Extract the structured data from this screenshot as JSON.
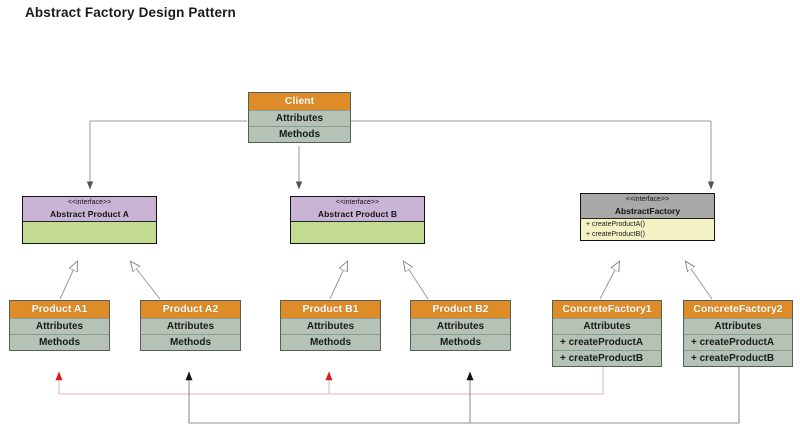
{
  "diagram": {
    "title": "Abstract Factory Design Pattern",
    "type": "uml-class-diagram",
    "colors": {
      "orange_header": "#dd8c27",
      "gray_body": "#b5c3b7",
      "purple_header": "#c9b4d6",
      "green_body": "#c3dc91",
      "steel_header": "#a9a9a9",
      "yellow_body": "#f2f2c4",
      "edge_gray": "#8a8a8a",
      "edge_red": "#e8b4b8",
      "arrow_red": "#d42020",
      "arrow_black": "#111111"
    },
    "nodes": {
      "client": {
        "name": "Client",
        "rows": [
          "Attributes",
          "Methods"
        ]
      },
      "abstract_product_a": {
        "stereotype": "<<interface>>",
        "name": "Abstract Product A",
        "rows": []
      },
      "abstract_product_b": {
        "stereotype": "<<interface>>",
        "name": "Abstract Product B",
        "rows": []
      },
      "abstract_factory": {
        "stereotype": "<<interface>>",
        "name": "AbstractFactory",
        "operations": [
          "+ createProductA()",
          "+ createProductB()"
        ]
      },
      "product_a1": {
        "name": "Product A1",
        "rows": [
          "Attributes",
          "Methods"
        ]
      },
      "product_a2": {
        "name": "Product A2",
        "rows": [
          "Attributes",
          "Methods"
        ]
      },
      "product_b1": {
        "name": "Product B1",
        "rows": [
          "Attributes",
          "Methods"
        ]
      },
      "product_b2": {
        "name": "Product B2",
        "rows": [
          "Attributes",
          "Methods"
        ]
      },
      "concrete_factory_1": {
        "name": "ConcreteFactory1",
        "rows": [
          "Attributes",
          "+ createProductA",
          "+ createProductB"
        ]
      },
      "concrete_factory_2": {
        "name": "ConcreteFactory2",
        "rows": [
          "Attributes",
          "+ createProductA",
          "+ createProductB"
        ]
      }
    },
    "edges": [
      {
        "from": "client",
        "to": "abstract_product_a",
        "kind": "dependency-arrow"
      },
      {
        "from": "client",
        "to": "abstract_product_b",
        "kind": "dependency-arrow"
      },
      {
        "from": "client",
        "to": "abstract_factory",
        "kind": "dependency-arrow"
      },
      {
        "from": "product_a1",
        "to": "abstract_product_a",
        "kind": "generalization"
      },
      {
        "from": "product_a2",
        "to": "abstract_product_a",
        "kind": "generalization"
      },
      {
        "from": "product_b1",
        "to": "abstract_product_b",
        "kind": "generalization"
      },
      {
        "from": "product_b2",
        "to": "abstract_product_b",
        "kind": "generalization"
      },
      {
        "from": "concrete_factory_1",
        "to": "abstract_factory",
        "kind": "generalization"
      },
      {
        "from": "concrete_factory_2",
        "to": "abstract_factory",
        "kind": "generalization"
      },
      {
        "from": "concrete_factory_1",
        "to": "product_a1",
        "kind": "creates-red"
      },
      {
        "from": "concrete_factory_1",
        "to": "product_b1",
        "kind": "creates-red"
      },
      {
        "from": "concrete_factory_2",
        "to": "product_a2",
        "kind": "creates-black"
      },
      {
        "from": "concrete_factory_2",
        "to": "product_b2",
        "kind": "creates-black"
      }
    ]
  }
}
